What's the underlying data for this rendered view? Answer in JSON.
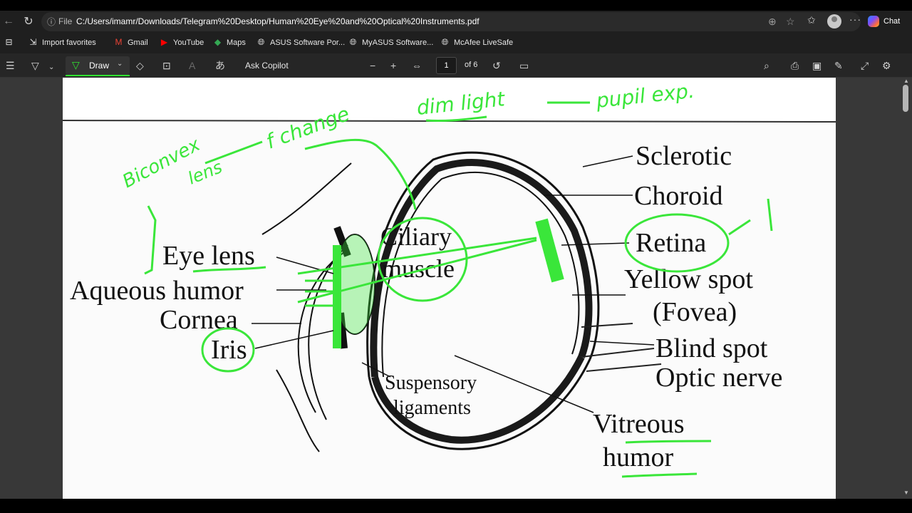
{
  "browser": {
    "address": {
      "scheme_label": "File",
      "url": "C:/Users/imamr/Downloads/Telegram%20Desktop/Human%20Eye%20and%20Optical%20Instruments.pdf"
    },
    "chat_label": "Chat"
  },
  "favorites": [
    {
      "label": "Import favorites",
      "icon": "import-icon"
    },
    {
      "label": "Gmail",
      "icon": "gmail-icon",
      "color": "#ea4335"
    },
    {
      "label": "YouTube",
      "icon": "youtube-icon",
      "color": "#ff0000"
    },
    {
      "label": "Maps",
      "icon": "maps-icon"
    },
    {
      "label": "ASUS Software Por...",
      "icon": "globe-icon"
    },
    {
      "label": "MyASUS Software...",
      "icon": "globe-icon"
    },
    {
      "label": "McAfee LiveSafe",
      "icon": "globe-icon"
    }
  ],
  "pdf_toolbar": {
    "draw_label": "Draw",
    "ask_copilot_label": "Ask Copilot",
    "page_current": "1",
    "page_total": "of 6",
    "draw_color": "#2fe02f"
  },
  "diagram": {
    "labels": {
      "sclerotic": "Sclerotic",
      "choroid": "Choroid",
      "retina": "Retina",
      "yellow_spot": "Yellow spot",
      "fovea": "(Fovea)",
      "blind_spot": "Blind spot",
      "optic_nerve": "Optic nerve",
      "vitreous": "Vitreous",
      "humor": "humor",
      "ciliary": "Ciliary",
      "muscle": "muscle",
      "eye_lens": "Eye lens",
      "aqueous_humor": "Aqueous humor",
      "cornea": "Cornea",
      "iris": "Iris",
      "suspensory": "Suspensory",
      "ligaments": "ligaments"
    },
    "annotations": {
      "biconvex": "Biconvex",
      "lens": "lens",
      "f_change": "f change",
      "dim_light": "dim light",
      "pupil_exp": "pupil exp."
    }
  }
}
